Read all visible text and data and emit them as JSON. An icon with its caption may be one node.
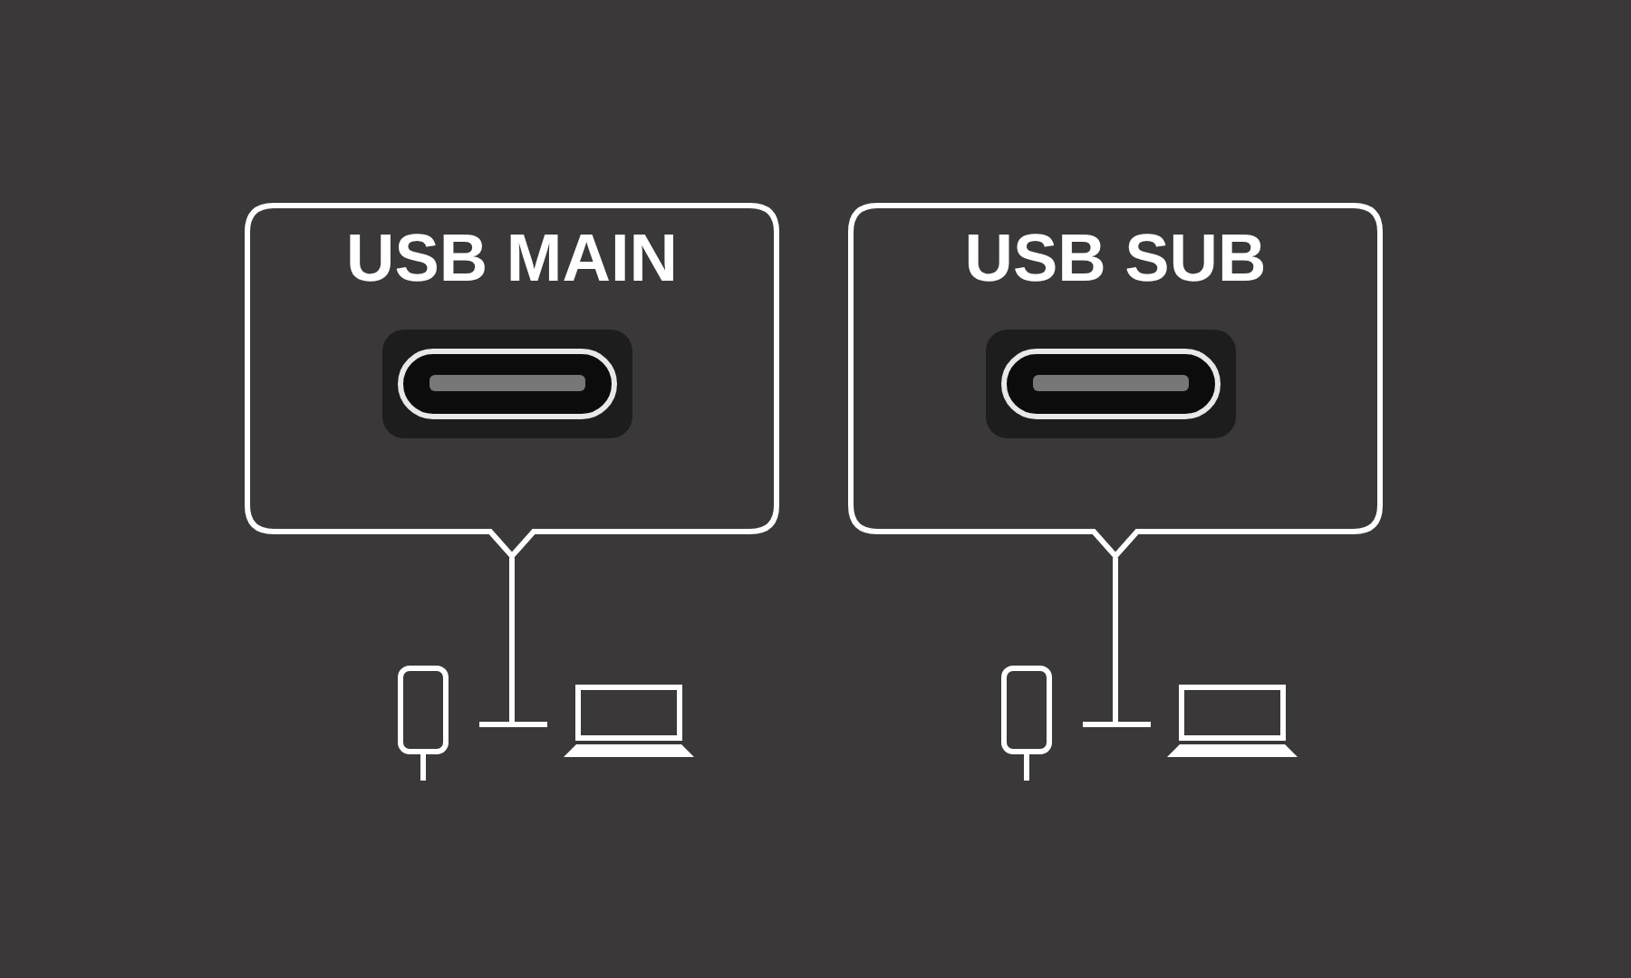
{
  "diagram": {
    "nodes": [
      {
        "text": [
          "USB MAIN"
        ]
      },
      {
        "text": [],
        "shape": "picture",
        "in": 0
      },
      {
        "text": [],
        "shape": "phone"
      },
      {
        "text": [],
        "shape": "laptop"
      },
      {
        "text": [
          "USB SUB"
        ]
      },
      {
        "text": [],
        "shape": "picture",
        "in": 4
      },
      {
        "text": [],
        "shape": "phone"
      },
      {
        "text": [],
        "shape": "laptop"
      }
    ],
    "edges": [
      {
        "from": 0,
        "to": 2,
        "arrow": "none"
      },
      {
        "from": 0,
        "to": 3,
        "arrow": "none"
      },
      {
        "from": 4,
        "to": 6,
        "arrow": "none"
      },
      {
        "from": 4,
        "to": 7,
        "arrow": "none"
      }
    ]
  }
}
